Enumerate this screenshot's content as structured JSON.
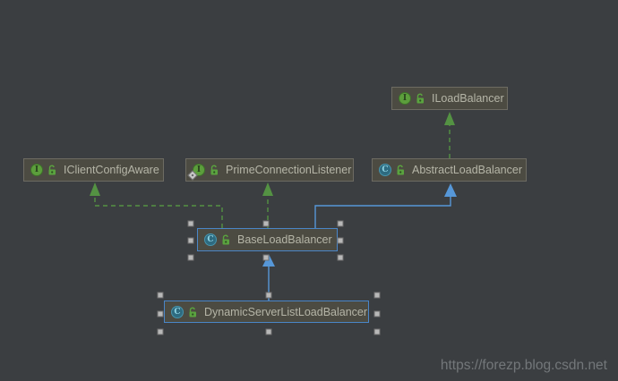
{
  "diagram": {
    "watermark": "https://forezp.blog.csdn.net",
    "nodes": [
      {
        "label": "ILoadBalancer",
        "kind": "interface",
        "icon_letter": "I",
        "visibility": "public",
        "selected": false
      },
      {
        "label": "IClientConfigAware",
        "kind": "interface",
        "icon_letter": "I",
        "visibility": "public",
        "selected": false
      },
      {
        "label": "PrimeConnectionListener",
        "kind": "interface",
        "icon_letter": "I",
        "visibility": "public",
        "badge": "diamond",
        "selected": false
      },
      {
        "label": "AbstractLoadBalancer",
        "kind": "class",
        "icon_letter": "C",
        "visibility": "public",
        "selected": false
      },
      {
        "label": "BaseLoadBalancer",
        "kind": "class",
        "icon_letter": "C",
        "visibility": "public",
        "selected": true
      },
      {
        "label": "DynamicServerListLoadBalancer",
        "kind": "class",
        "icon_letter": "C",
        "visibility": "public",
        "selected": true
      }
    ],
    "edges": [
      {
        "from": "BaseLoadBalancer",
        "to": "IClientConfigAware",
        "type": "implements"
      },
      {
        "from": "BaseLoadBalancer",
        "to": "PrimeConnectionListener",
        "type": "implements"
      },
      {
        "from": "BaseLoadBalancer",
        "to": "AbstractLoadBalancer",
        "type": "extends"
      },
      {
        "from": "AbstractLoadBalancer",
        "to": "ILoadBalancer",
        "type": "implements"
      },
      {
        "from": "DynamicServerListLoadBalancer",
        "to": "BaseLoadBalancer",
        "type": "extends"
      }
    ],
    "colors": {
      "background": "#3b3e41",
      "node_fill": "#4c4b42",
      "node_border": "#6d6b62",
      "selection_border": "#4a86c8",
      "implements_edge": "#549243",
      "extends_edge": "#5697d8",
      "node_text": "#b5b5a7"
    }
  }
}
